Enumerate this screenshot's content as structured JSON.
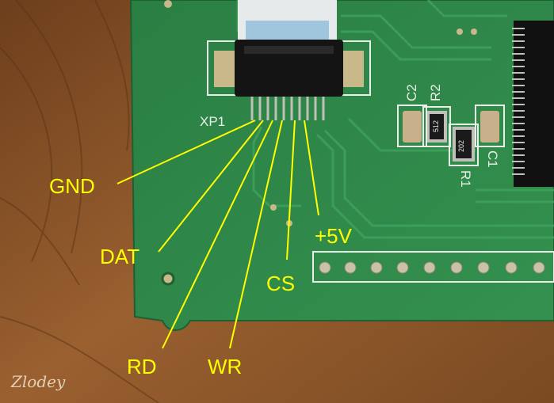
{
  "board": {
    "connector_ref": "XP1",
    "components": [
      {
        "ref": "C2",
        "rotated": "ccw"
      },
      {
        "ref": "R2",
        "rotated": "ccw"
      },
      {
        "ref": "R1",
        "rotated": "cw"
      },
      {
        "ref": "C1",
        "rotated": "cw"
      }
    ],
    "resistor_codes": [
      "512",
      "202"
    ]
  },
  "pin_labels": {
    "gnd": "GND",
    "dat": "DAT",
    "rd": "RD",
    "wr": "WR",
    "cs": "CS",
    "vcc": "+5V"
  },
  "watermark": "Zlodey",
  "colors": {
    "wood": "#8a5529",
    "pcb": "#2f8a4a",
    "label": "#ffff00",
    "silkscreen": "#e8eee8"
  }
}
